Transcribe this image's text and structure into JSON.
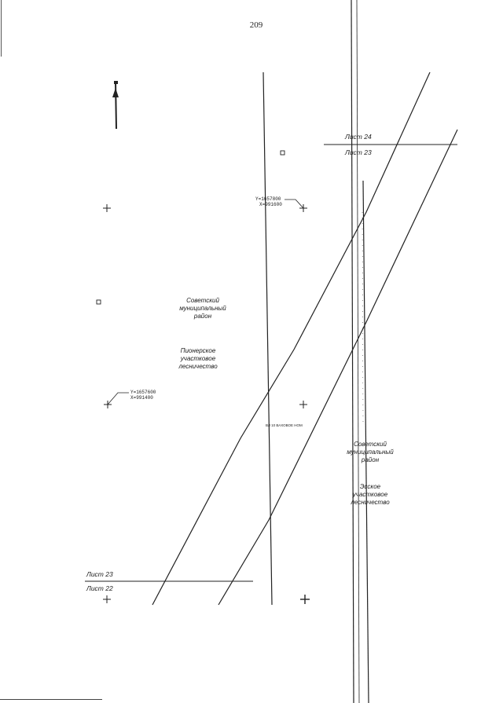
{
  "page": {
    "number": "209"
  },
  "sheets": {
    "upper_right_above": "Лист 24",
    "upper_right_below": "Лист 23",
    "lower_left_above": "Лист 23",
    "lower_left_below": "Лист 22"
  },
  "areas": {
    "left_district": [
      "Советский",
      "муниципальный",
      "район"
    ],
    "left_forestry": [
      "Пионерское",
      "участковое",
      "лесничество"
    ],
    "right_district": [
      "Советский",
      "муниципальный",
      "район"
    ],
    "right_forestry": [
      "Эсское",
      "участковое",
      "лесничество"
    ]
  },
  "coordinates": {
    "top": {
      "y": "Y=1657800",
      "x": "X=991600"
    },
    "bottom": {
      "y": "Y=1657600",
      "x": "X=991400"
    }
  },
  "corridor_label": "ВЛ 10 ВАХОВОЕ НОМ",
  "icons": {
    "north_arrow": "north-arrow-icon",
    "grid_cross": "plus-icon",
    "marker": "square-marker-icon"
  },
  "colors": {
    "ink": "#1a1a1a",
    "paper": "#ffffff"
  }
}
